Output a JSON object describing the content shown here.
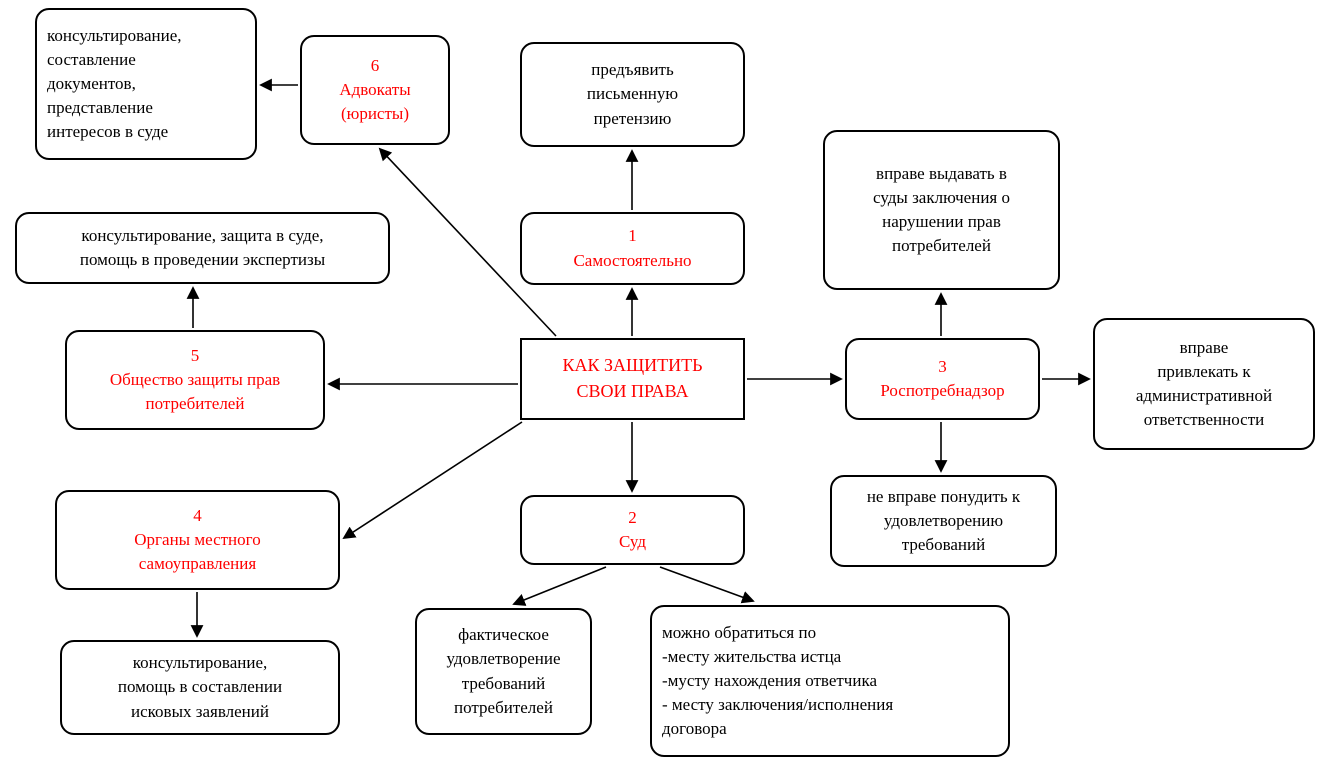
{
  "diagram": {
    "center": {
      "title": "КАК ЗАЩИТИТЬ\nСВОИ ПРАВА"
    },
    "nodes": {
      "self": {
        "number": "1",
        "label": "Самостоятельно"
      },
      "court": {
        "number": "2",
        "label": "Суд"
      },
      "rospotrebnadzor": {
        "number": "3",
        "label": "Роспотребнадзор"
      },
      "local_government": {
        "number": "4",
        "label": "Органы местного\nсамоуправления"
      },
      "consumer_society": {
        "number": "5",
        "label": "Общество защиты прав\nпотребителей"
      },
      "lawyers": {
        "number": "6",
        "label": "Адвокаты\n(юристы)"
      }
    },
    "details": {
      "claim": "предъявить\nписьменную\nпретензию",
      "lawyers_services": "консультирование,\nсоставление\nдокументов,\nпредставление\nинтересов в суде",
      "society_services": "консультирование, защита в суде,\nпомощь в проведении экспертизы",
      "local_services": "консультирование,\nпомощь в составлении\nисковых заявлений",
      "court_outcome": "фактическое\nудовлетворение\nтребований\nпотребителей",
      "court_venues": "можно обратиться по\n-месту жительства истца\n-мусту нахождения ответчика\n- месту заключения/исполнения\nдоговора",
      "rpn_conclusions": "вправе выдавать в\nсуды заключения о\nнарушении прав\nпотребителей",
      "rpn_admin": "вправе\nпривлекать к\nадминистративной\nответственности",
      "rpn_limit": "не вправе понудить к\nудовлетворению\nтребований"
    },
    "colors": {
      "accent": "#ff0000",
      "line": "#000000"
    }
  }
}
